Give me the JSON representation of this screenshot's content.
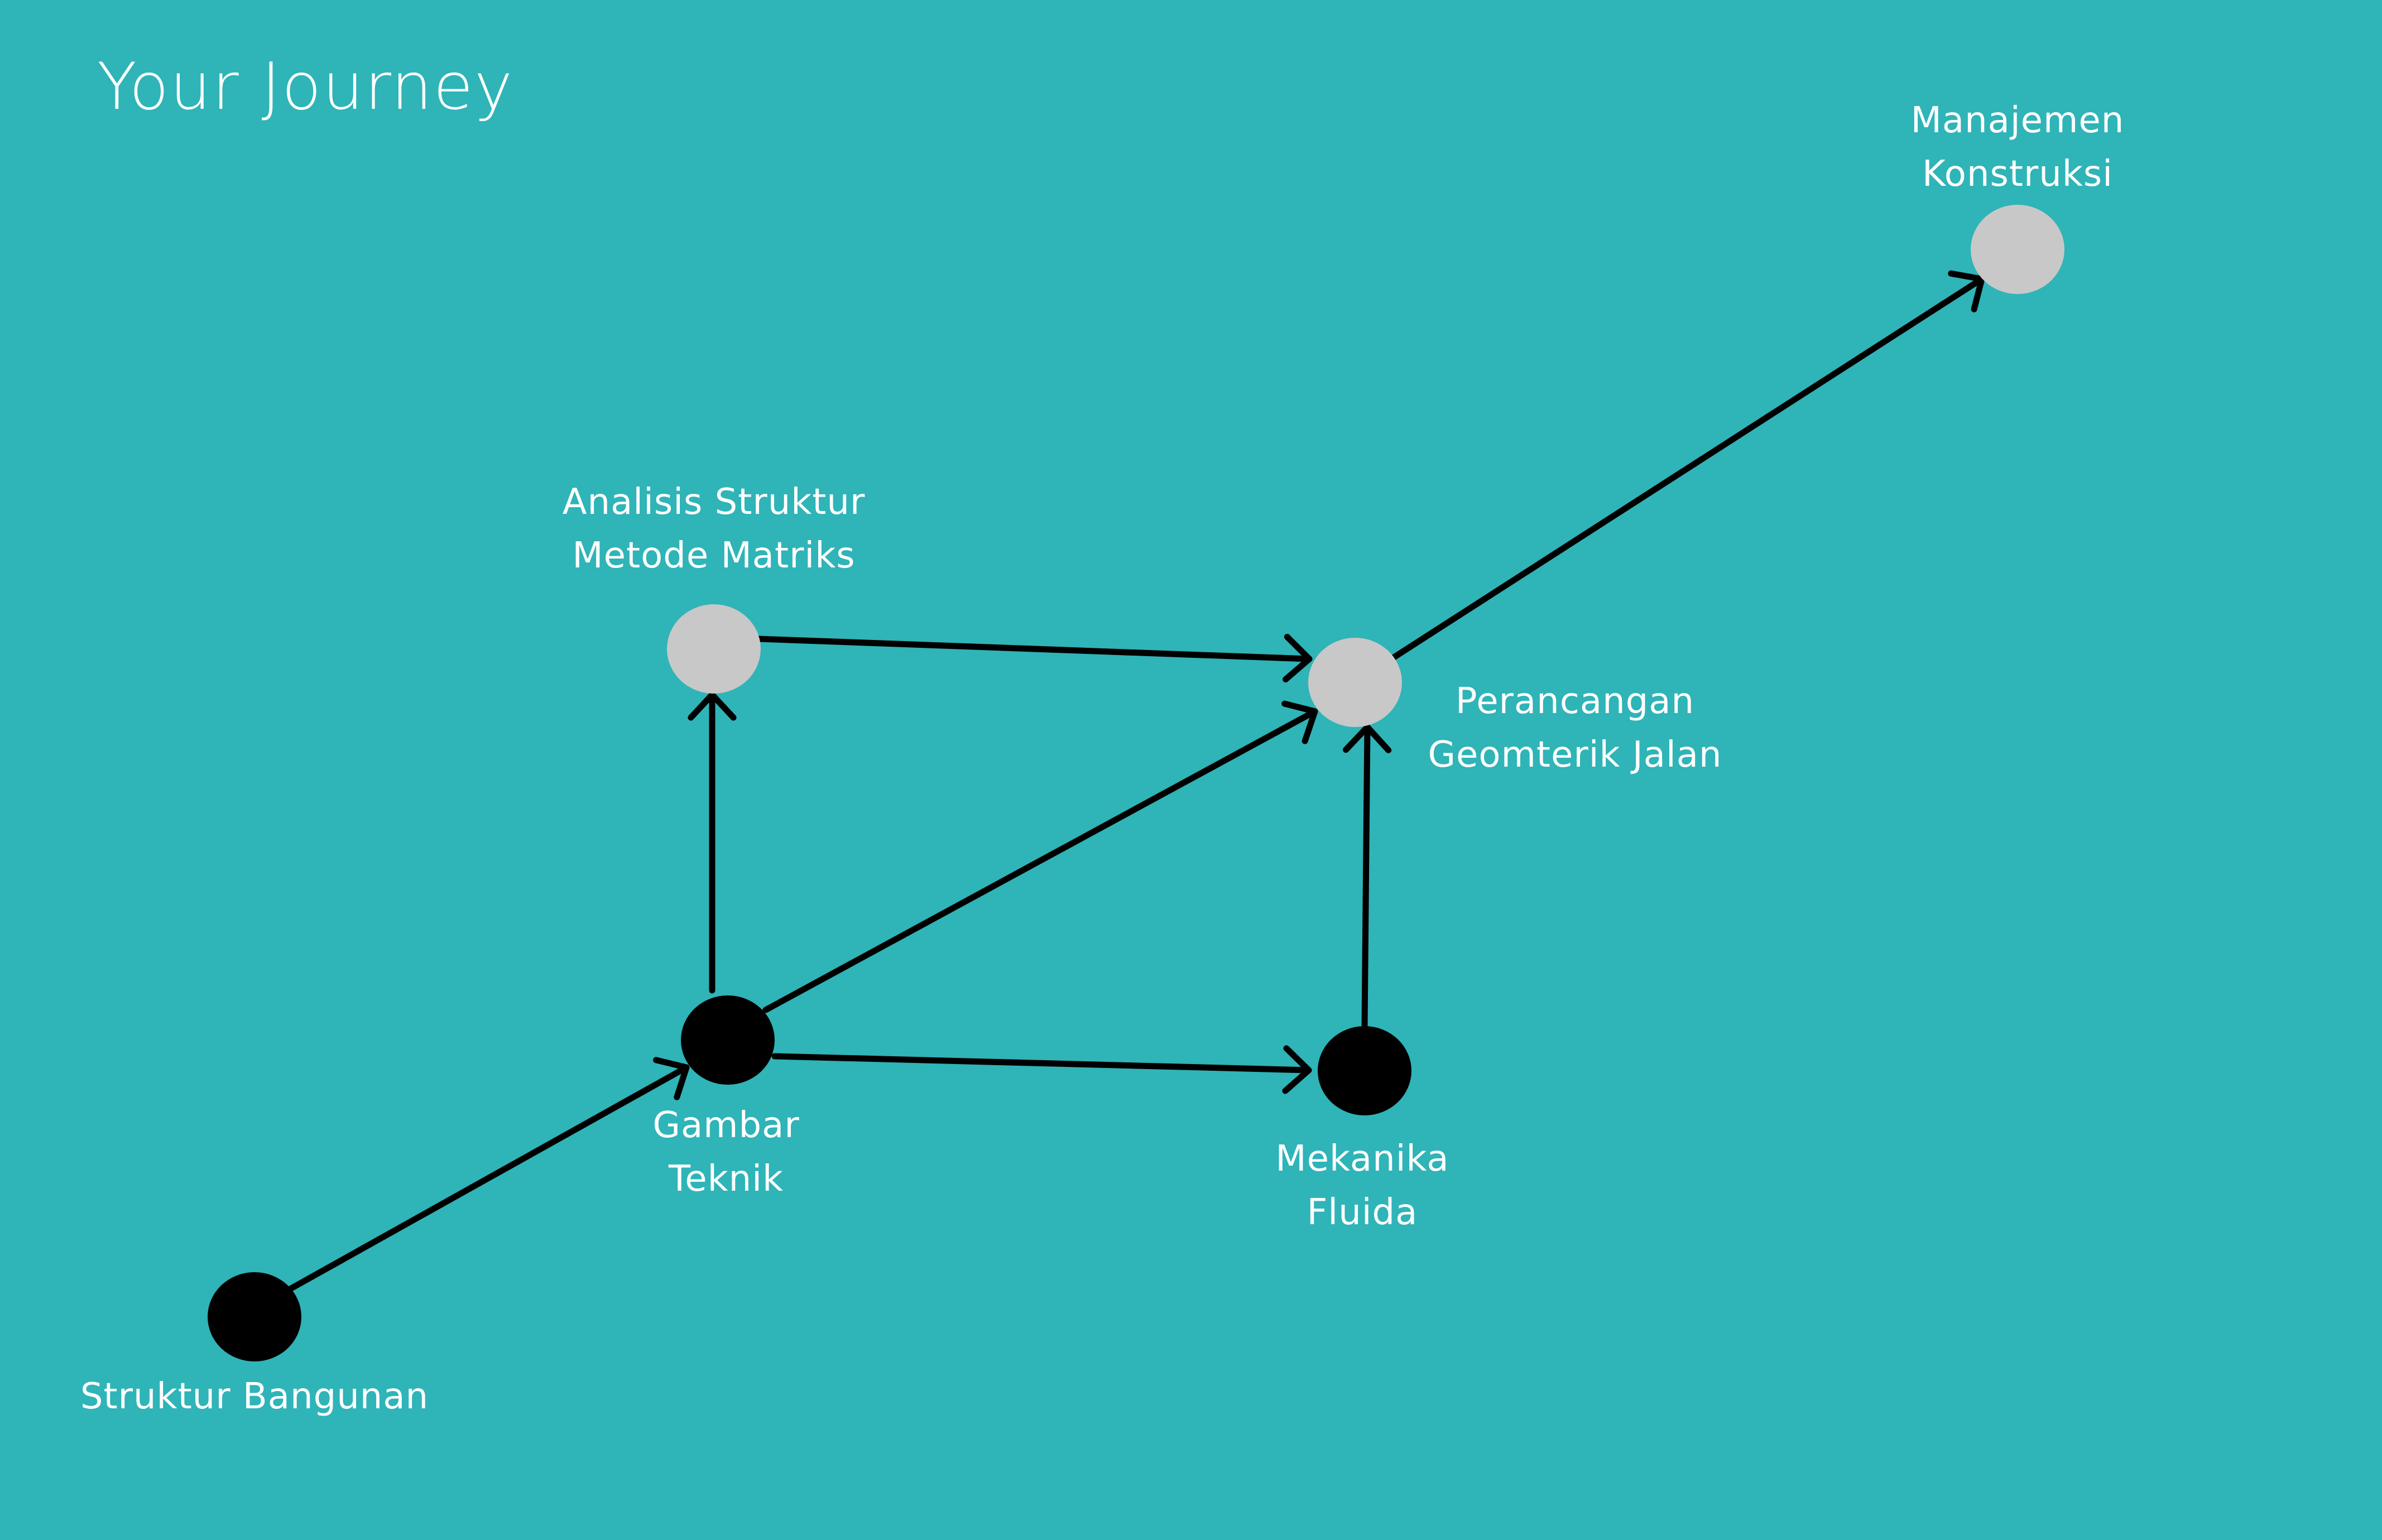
{
  "title": "Your Journey",
  "colors": {
    "background": "#2fb4b8",
    "completed_node": "#000000",
    "pending_node": "#c8c8c8",
    "arrow": "#000000",
    "text": "#ffffff"
  },
  "nodes": [
    {
      "id": "struktur-bangunan",
      "status": "completed",
      "label_lines": [
        "Struktur Bangunan"
      ]
    },
    {
      "id": "gambar-teknik",
      "status": "completed",
      "label_lines": [
        "Gambar",
        "Teknik"
      ]
    },
    {
      "id": "mekanika-fluida",
      "status": "completed",
      "label_lines": [
        "Mekanika",
        "Fluida"
      ]
    },
    {
      "id": "analisis-struktur",
      "status": "pending",
      "label_lines": [
        "Analisis Struktur",
        "Metode Matriks"
      ]
    },
    {
      "id": "perancangan-geometrik",
      "status": "pending",
      "label_lines": [
        "Perancangan",
        "Geomterik Jalan"
      ]
    },
    {
      "id": "manajemen-konstruksi",
      "status": "pending",
      "label_lines": [
        "Manajemen",
        "Konstruksi"
      ]
    }
  ],
  "edges": [
    {
      "from": "struktur-bangunan",
      "to": "gambar-teknik"
    },
    {
      "from": "gambar-teknik",
      "to": "analisis-struktur"
    },
    {
      "from": "gambar-teknik",
      "to": "perancangan-geometrik"
    },
    {
      "from": "gambar-teknik",
      "to": "mekanika-fluida"
    },
    {
      "from": "analisis-struktur",
      "to": "perancangan-geometrik"
    },
    {
      "from": "mekanika-fluida",
      "to": "perancangan-geometrik"
    },
    {
      "from": "perancangan-geometrik",
      "to": "manajemen-konstruksi"
    }
  ]
}
